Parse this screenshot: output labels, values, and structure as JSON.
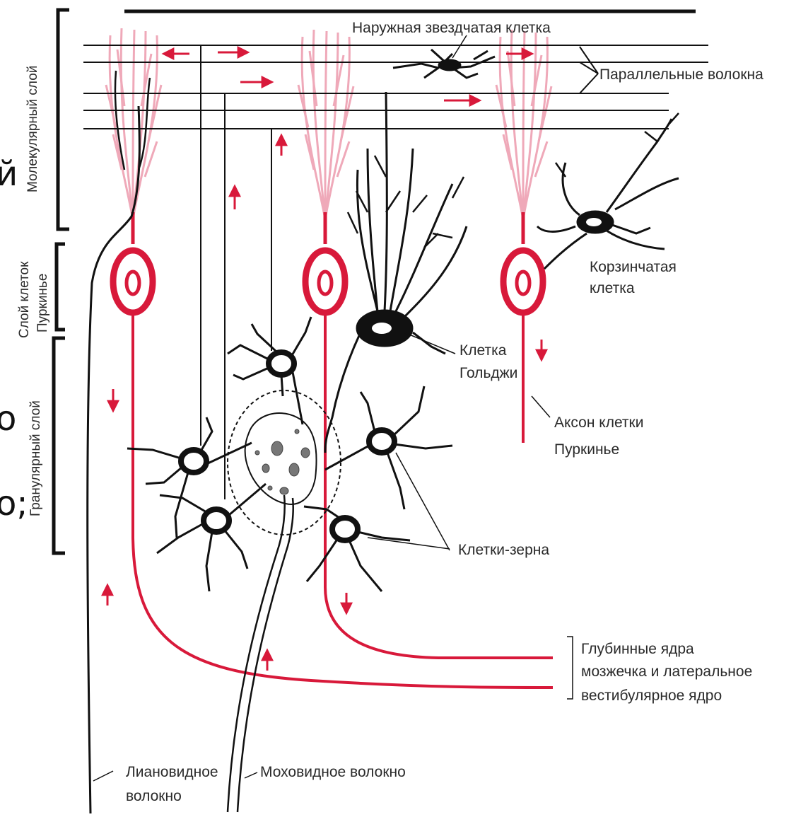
{
  "side_text": [
    "й",
    "о",
    "о;"
  ],
  "layers": {
    "molecular": "Молекулярный слой",
    "purkinje_line1": "Слой клеток",
    "purkinje_line2": "Пуркинье",
    "granular": "Гранулярный слой"
  },
  "labels": {
    "outer_stellate": "Наружная звездчатая клетка",
    "parallel_fibers": "Параллельные волокна",
    "basket_line1": "Корзинчатая",
    "basket_line2": "клетка",
    "golgi_line1": "Клетка",
    "golgi_line2": "Гольджи",
    "axon_line1": "Аксон клетки",
    "axon_line2": "Пуркинье",
    "granule": "Клетки-зерна",
    "nuclei_line1": "Глубинные ядра",
    "nuclei_line2": "мозжечка и латеральное",
    "nuclei_line3": "вестибулярное ядро",
    "climbing_line1": "Лиановидное",
    "climbing_line2": "волокно",
    "mossy": "Моховидное волокно"
  },
  "colors": {
    "red": "#d8193a",
    "pink": "#eea0b2",
    "black": "#111111"
  }
}
